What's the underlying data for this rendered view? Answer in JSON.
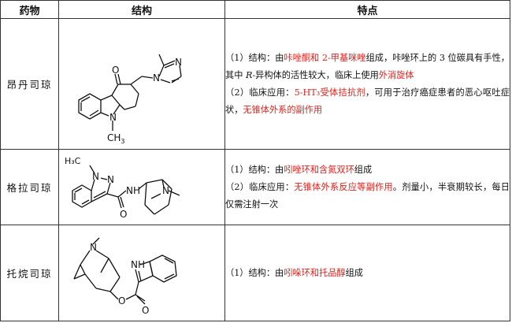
{
  "headers": {
    "drug": "药物",
    "structure": "结构",
    "features": "特点"
  },
  "rows": [
    {
      "name": "昂丹司琼",
      "structure_labels": {
        "carbonyl_o": "O",
        "n_methyl": "N",
        "ch3": "CH",
        "ch3_sub": "3",
        "imid_n1": "N",
        "imid_n3": "N"
      },
      "f1_a": "（1）结构：由",
      "f1_b": "咔唑酮和 2-甲基咪唑",
      "f1_c": "组成，咔唑环上的 3 位碳具有手性，其中 ",
      "f1_r": "R",
      "f1_d": "-异构体的活性较大，临床上使用",
      "f1_e": "外消旋体",
      "f2_a": "（2）临床应用：",
      "f2_b": "5-HT₃受体拮抗剂",
      "f2_c": "，可用于治疗癌症患者的恶心呕吐症状，",
      "f2_d": "无锥体外系的副作用"
    },
    {
      "name": "格拉司琼",
      "structure_labels": {
        "h3c": "H₃C",
        "n1": "N",
        "n2": "N",
        "o": "O",
        "nh": "NH",
        "n_bridge": "N",
        "me": "—"
      },
      "f1_a": "（1）结构：由",
      "f1_b": "吲唑环和含氮双环",
      "f1_c": "组成",
      "f2_a": "（2）临床应用：",
      "f2_b": "无锥体外系反应等副作用",
      "f2_c": "。剂量小，半衰期较长，每日仅需注射一次"
    },
    {
      "name": "托烷司琼",
      "structure_labels": {
        "n_bridge": "N",
        "o_ester": "O",
        "o_carbonyl": "O",
        "nh": "NH"
      },
      "f1_a": "（1）结构：由",
      "f1_b": "吲哚环和托品醇",
      "f1_c": "组成"
    }
  ]
}
